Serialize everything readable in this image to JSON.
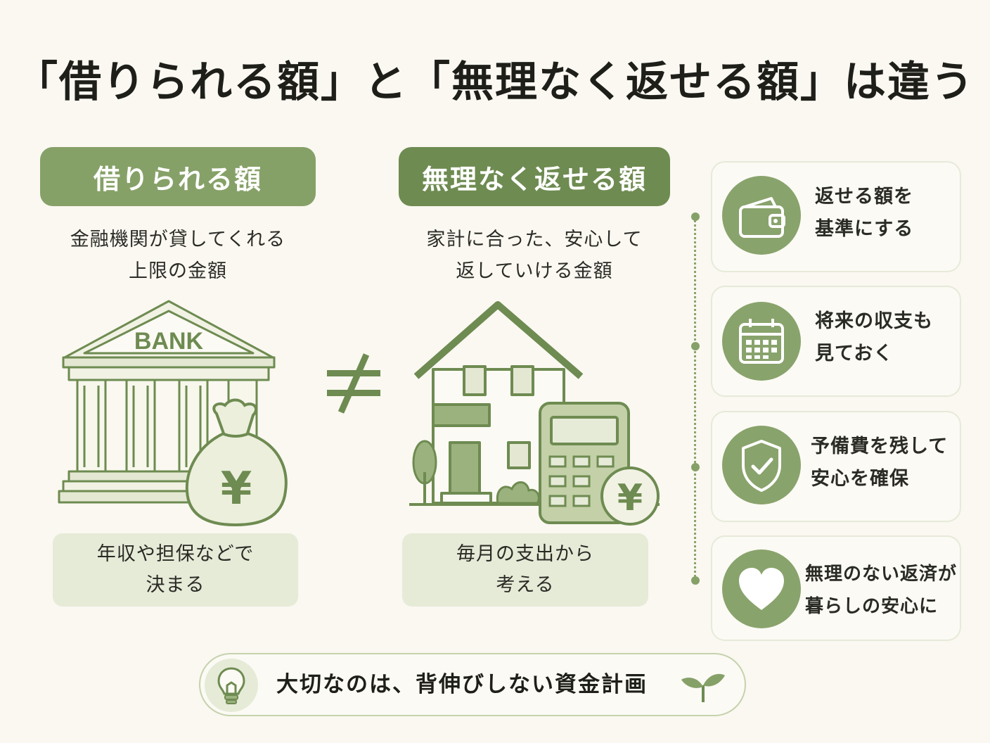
{
  "title": "「借りられる額」と「無理なく返せる額」は違う",
  "left": {
    "heading": "借りられる額",
    "desc_line1": "金融機関が貸してくれる",
    "desc_line2": "上限の金額",
    "bank_label": "BANK",
    "coin_symbol": "¥",
    "box_line1": "年収や担保などで",
    "box_line2": "決まる"
  },
  "middle": {
    "heading": "無理なく返せる額",
    "desc_line1": "家計に合った、安心して",
    "desc_line2": "返していける金額",
    "coin_symbol": "¥",
    "box_line1": "毎月の支出から",
    "box_line2": "考える"
  },
  "not_equal_symbol": "≠",
  "cards": [
    {
      "icon": "wallet-icon",
      "line1": "返せる額を",
      "line2": "基準にする"
    },
    {
      "icon": "calendar-icon",
      "line1": "将来の収支も",
      "line2": "見ておく"
    },
    {
      "icon": "shield-check-icon",
      "line1": "予備費を残して",
      "line2": "安心を確保"
    },
    {
      "icon": "heart-icon",
      "line1": "無理のない返済が",
      "line2": "暮らしの安心に"
    }
  ],
  "bottom": {
    "text": "大切なのは、背伸びしない資金計画",
    "left_icon": "lightbulb-icon",
    "right_icon": "sprout-icon"
  },
  "colors": {
    "background": "#faf8f1",
    "green_light": "#86a168",
    "green_dark": "#6e8b51",
    "box_fill": "#e6ebd8"
  }
}
